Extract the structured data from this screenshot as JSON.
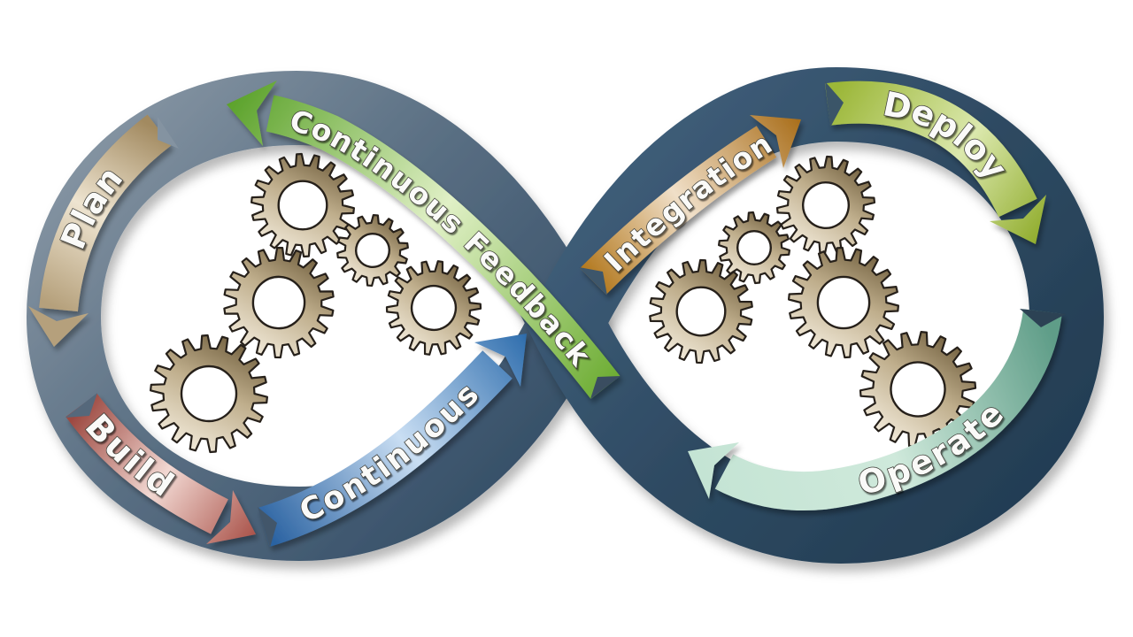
{
  "labels": {
    "plan": "Plan",
    "build": "Build",
    "continuous": "Continuous",
    "integration": "Integration",
    "continuous_feedback": "Continuous Feedback",
    "deploy": "Deploy",
    "operate": "Operate"
  },
  "colors": {
    "background": "#ffffff",
    "left_loop_light": "#8796a4",
    "left_loop_dark": "#334d66",
    "right_loop_light": "#41607c",
    "right_loop_dark": "#223c52",
    "plan_arrow": "#b5a07b",
    "build_arrow": "#aa544b",
    "continuous_arrow": "#2e6dad",
    "integration_arrow": "#a96e1a",
    "continuous_feedback_arrow": "#5ba22a",
    "deploy_arrow": "#91ad2e",
    "operate_arrow": "#5f9d88",
    "gear_dark": "#6f5d3c",
    "gear_mid": "#bfae8c",
    "gear_light": "#f6efe0",
    "label_text": "#fafaf8"
  }
}
